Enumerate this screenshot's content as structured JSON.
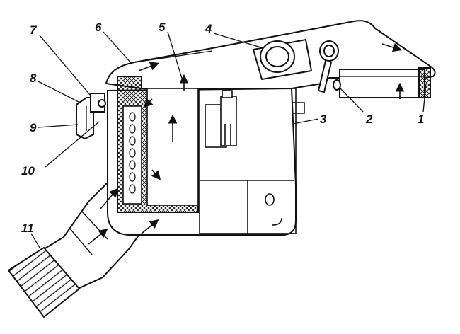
{
  "callouts": [
    {
      "id": "c1",
      "text": "1"
    },
    {
      "id": "c2",
      "text": "2"
    },
    {
      "id": "c3",
      "text": "3"
    },
    {
      "id": "c4",
      "text": "4"
    },
    {
      "id": "c5",
      "text": "5"
    },
    {
      "id": "c6",
      "text": "6"
    },
    {
      "id": "c7",
      "text": "7"
    },
    {
      "id": "c8",
      "text": "8"
    },
    {
      "id": "c9",
      "text": "9"
    },
    {
      "id": "c10",
      "text": "10"
    },
    {
      "id": "c11",
      "text": "11"
    }
  ],
  "colors": {
    "line": "#111111",
    "background": "#ffffff",
    "shade": "#d8d8d8"
  }
}
